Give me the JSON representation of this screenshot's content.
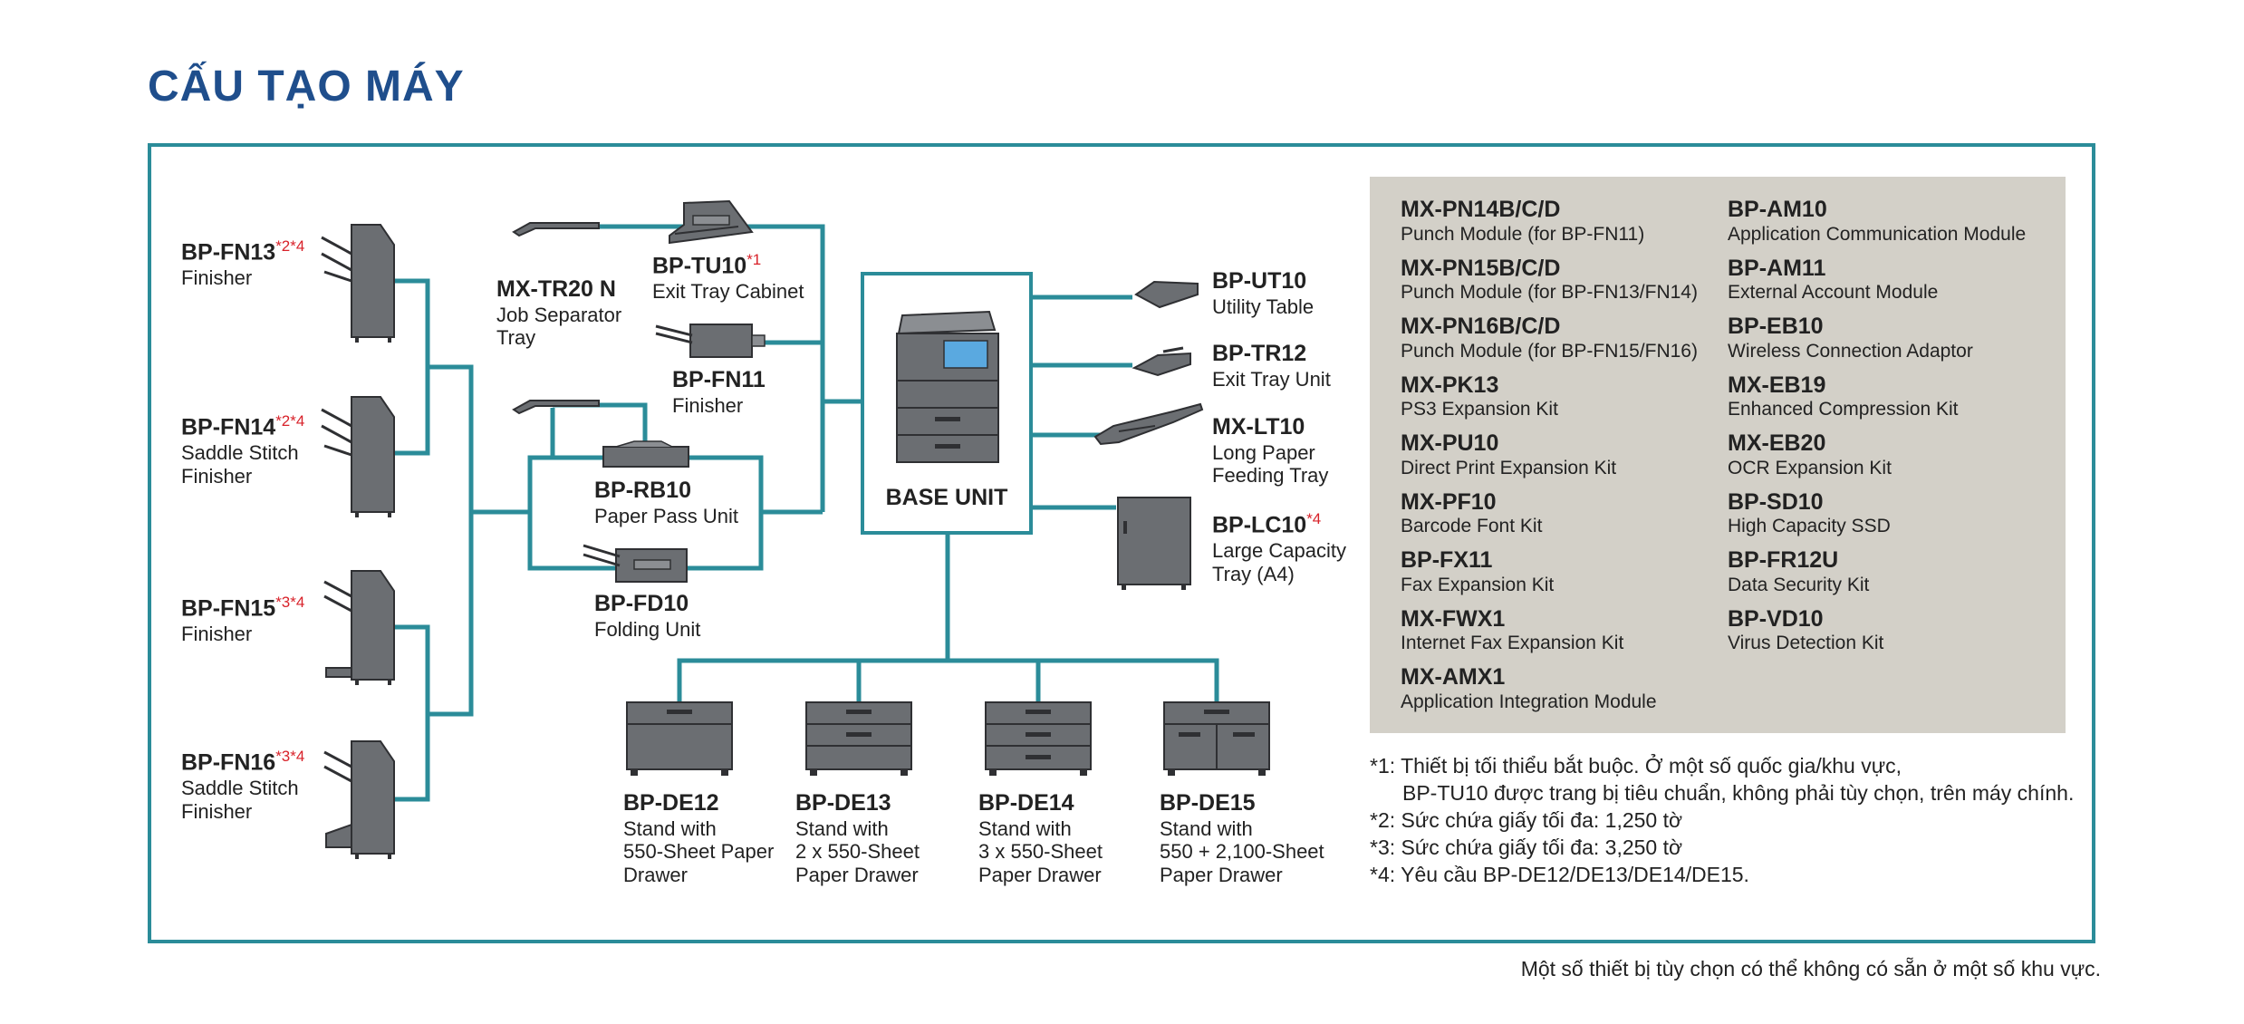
{
  "title": "CẤU TẠO MÁY",
  "colors": {
    "title": "#1f4e8c",
    "line": "#2b8c99",
    "note": "#d8222a",
    "panel": "#d3d0c8",
    "device": "#6b6e72"
  },
  "base_unit": {
    "label": "BASE UNIT"
  },
  "devices": {
    "fn13": {
      "model": "BP-FN13",
      "note": "*2*4",
      "desc1": "Finisher",
      "desc2": "",
      "desc3": ""
    },
    "fn14": {
      "model": "BP-FN14",
      "note": "*2*4",
      "desc1": "Saddle Stitch",
      "desc2": "Finisher",
      "desc3": ""
    },
    "fn15": {
      "model": "BP-FN15",
      "note": "*3*4",
      "desc1": "Finisher",
      "desc2": "",
      "desc3": ""
    },
    "fn16": {
      "model": "BP-FN16",
      "note": "*3*4",
      "desc1": "Saddle Stitch",
      "desc2": "Finisher",
      "desc3": ""
    },
    "tr20": {
      "model": "MX-TR20 N",
      "note": "",
      "desc1": "Job Separator",
      "desc2": "Tray",
      "desc3": ""
    },
    "tu10": {
      "model": "BP-TU10",
      "note": "*1",
      "desc1": "Exit Tray Cabinet",
      "desc2": "",
      "desc3": ""
    },
    "fn11": {
      "model": "BP-FN11",
      "note": "",
      "desc1": "Finisher",
      "desc2": "",
      "desc3": ""
    },
    "rb10": {
      "model": "BP-RB10",
      "note": "",
      "desc1": "Paper Pass Unit",
      "desc2": "",
      "desc3": ""
    },
    "fd10": {
      "model": "BP-FD10",
      "note": "",
      "desc1": "Folding Unit",
      "desc2": "",
      "desc3": ""
    },
    "ut10": {
      "model": "BP-UT10",
      "note": "",
      "desc1": "Utility Table",
      "desc2": "",
      "desc3": ""
    },
    "tr12": {
      "model": "BP-TR12",
      "note": "",
      "desc1": "Exit Tray Unit",
      "desc2": "",
      "desc3": ""
    },
    "lt10": {
      "model": "MX-LT10",
      "note": "",
      "desc1": "Long Paper",
      "desc2": "Feeding Tray",
      "desc3": ""
    },
    "lc10": {
      "model": "BP-LC10",
      "note": "*4",
      "desc1": "Large Capacity",
      "desc2": "Tray (A4)",
      "desc3": ""
    },
    "de12": {
      "model": "BP-DE12",
      "note": "",
      "desc1": "Stand with",
      "desc2": "550-Sheet Paper",
      "desc3": "Drawer"
    },
    "de13": {
      "model": "BP-DE13",
      "note": "",
      "desc1": "Stand with",
      "desc2": "2 x 550-Sheet",
      "desc3": "Paper Drawer"
    },
    "de14": {
      "model": "BP-DE14",
      "note": "",
      "desc1": "Stand with",
      "desc2": "3 x 550-Sheet",
      "desc3": "Paper Drawer"
    },
    "de15": {
      "model": "BP-DE15",
      "note": "",
      "desc1": "Stand with",
      "desc2": "550 + 2,100-Sheet",
      "desc3": "Paper Drawer"
    }
  },
  "options_left": [
    {
      "model": "MX-PN14B/C/D",
      "desc": "Punch Module (for BP-FN11)"
    },
    {
      "model": "MX-PN15B/C/D",
      "desc": "Punch Module (for BP-FN13/FN14)"
    },
    {
      "model": "MX-PN16B/C/D",
      "desc": "Punch Module (for BP-FN15/FN16)"
    },
    {
      "model": "MX-PK13",
      "desc": "PS3 Expansion Kit"
    },
    {
      "model": "MX-PU10",
      "desc": "Direct Print Expansion Kit"
    },
    {
      "model": "MX-PF10",
      "desc": "Barcode Font Kit"
    },
    {
      "model": "BP-FX11",
      "desc": "Fax Expansion Kit"
    },
    {
      "model": "MX-FWX1",
      "desc": "Internet Fax Expansion Kit"
    },
    {
      "model": "MX-AMX1",
      "desc": "Application Integration Module"
    }
  ],
  "options_right": [
    {
      "model": "BP-AM10",
      "desc": "Application Communication Module"
    },
    {
      "model": "BP-AM11",
      "desc": "External Account Module"
    },
    {
      "model": "BP-EB10",
      "desc": "Wireless Connection Adaptor"
    },
    {
      "model": "MX-EB19",
      "desc": "Enhanced Compression Kit"
    },
    {
      "model": "MX-EB20",
      "desc": "OCR Expansion Kit"
    },
    {
      "model": "BP-SD10",
      "desc": "High Capacity SSD"
    },
    {
      "model": "BP-FR12U",
      "desc": "Data Security Kit"
    },
    {
      "model": "BP-VD10",
      "desc": "Virus Detection Kit"
    }
  ],
  "notes": [
    "*1: Thiết bị tối thiểu bắt buộc. Ở một số quốc gia/khu vực,",
    "BP-TU10 được trang bị tiêu chuẩn, không phải tùy chọn, trên máy chính.",
    "*2: Sức chứa giấy tối đa: 1,250 tờ",
    "*3: Sức chứa giấy tối đa: 3,250 tờ",
    "*4: Yêu cầu BP-DE12/DE13/DE14/DE15."
  ],
  "footnote": "Một số thiết bị tùy chọn có thể không có sẵn ở một số khu vực."
}
